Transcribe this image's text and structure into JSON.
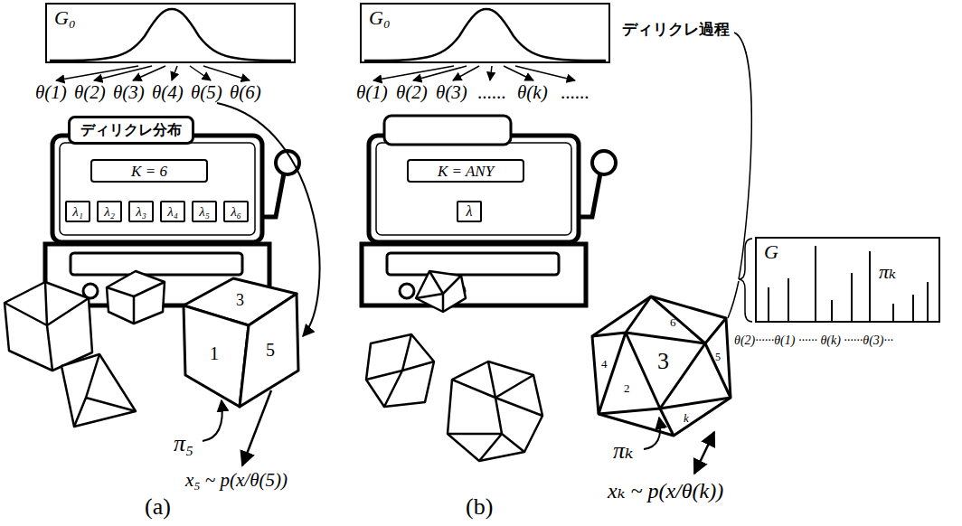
{
  "diagram": {
    "nodes": [
      {
        "text": [
          "G₀"
        ]
      },
      {
        "text": [
          "ディリクレ分布"
        ]
      },
      {
        "text": [
          "K = 6"
        ]
      },
      {
        "text": [
          "λ₁"
        ]
      },
      {
        "text": [
          "λ₂"
        ]
      },
      {
        "text": [
          "λ₃"
        ]
      },
      {
        "text": [
          "λ₄"
        ]
      },
      {
        "text": [
          "λ₅"
        ]
      },
      {
        "text": [
          "λ₆"
        ]
      },
      {
        "text": [
          "G₀"
        ]
      },
      {
        "text": [
          "K = ANY"
        ]
      },
      {
        "text": [
          "λ"
        ]
      },
      {
        "text": [
          "G",
          "πₖ"
        ]
      }
    ],
    "labels": [
      "θ(1)",
      "θ(2)",
      "θ(3)",
      "θ(4)",
      "θ(5)",
      "θ(6)",
      "3",
      "1",
      "5",
      "π₅",
      "x₅ ~ p(x/θ(5))",
      "(a)",
      "θ(1)",
      "θ(2)",
      "θ(3)",
      "......",
      "θ(k)",
      "......",
      "ディリクレ過程",
      "θ(2)······θ(1) ······ θ(k) ······θ(3)···",
      "6",
      "5",
      "3",
      "4",
      "2",
      "k",
      "πₖ",
      "xₖ ~ p(x/θ(k))",
      "(b)"
    ]
  }
}
